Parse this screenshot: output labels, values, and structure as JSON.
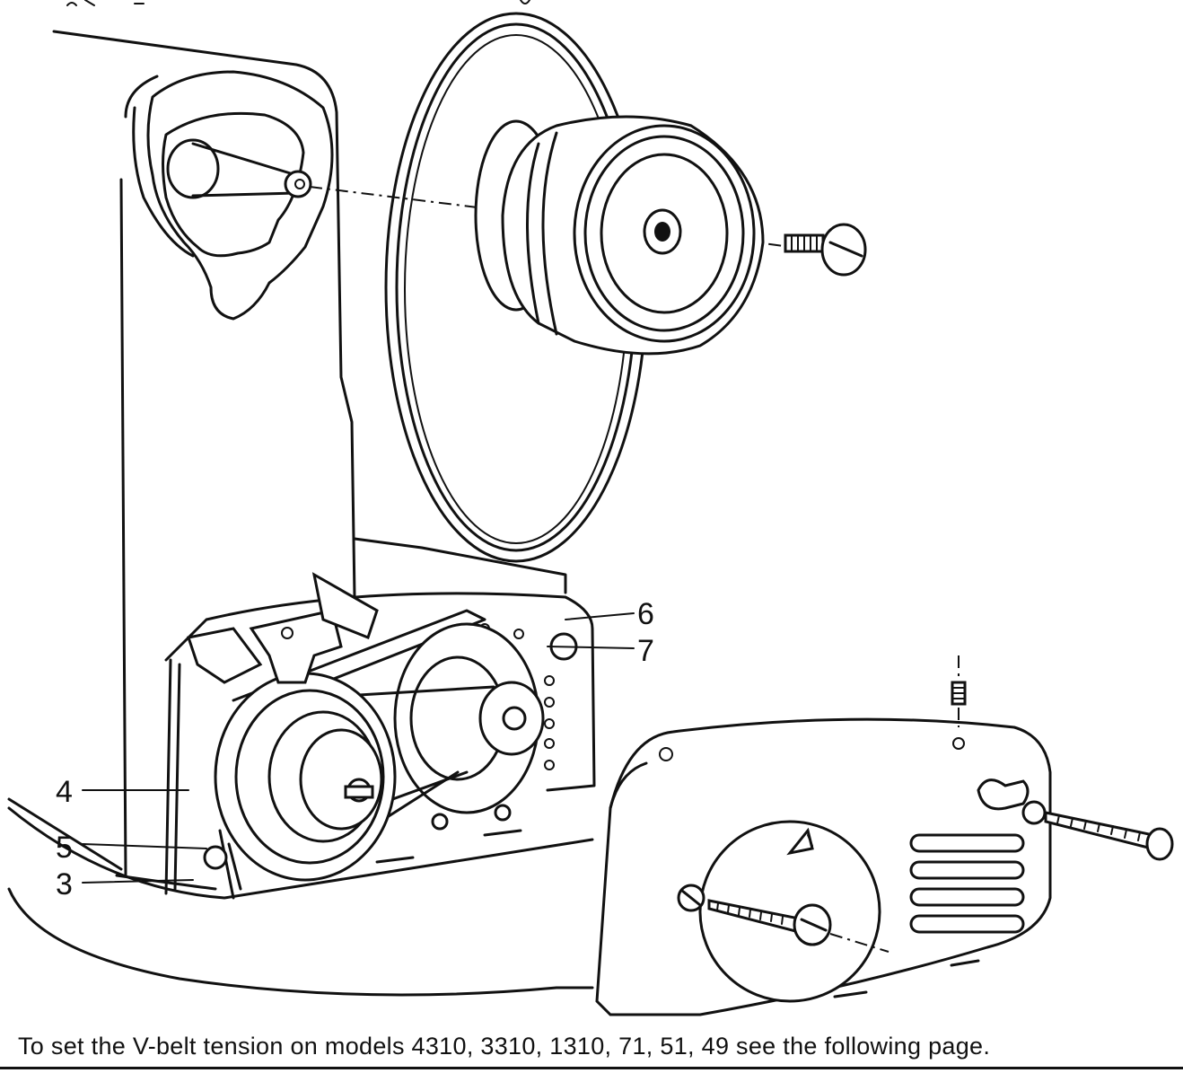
{
  "callouts": {
    "c3": "3",
    "c4": "4",
    "c5": "5",
    "c6": "6",
    "c7": "7"
  },
  "caption": "To set the V-belt tension on models 4310, 3310, 1310, 71, 51, 49 see the following page."
}
